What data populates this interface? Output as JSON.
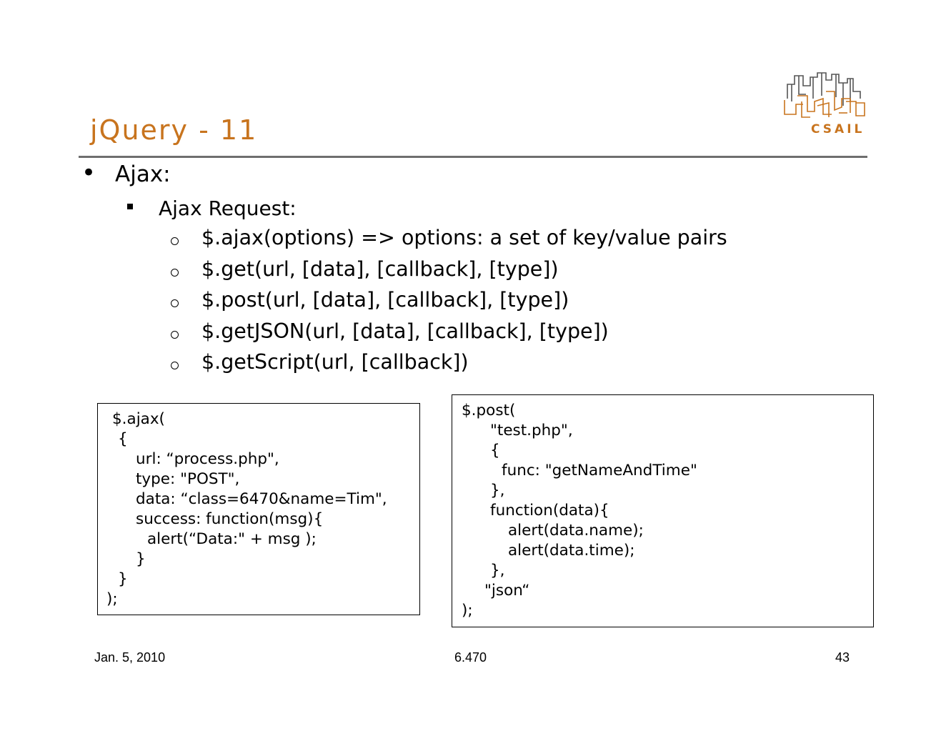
{
  "slide": {
    "title": "jQuery - 11",
    "logo_text": "CSAIL",
    "accent_color": "#c8741e",
    "level1": {
      "text": "Ajax:"
    },
    "level2": {
      "text": "Ajax Request:"
    },
    "level3": [
      "$.ajax(options)     => options: a set of key/value pairs",
      "$.get(url, [data], [callback], [type])",
      "$.post(url, [data], [callback], [type])",
      "$.getJSON(url, [data], [callback], [type])",
      "$.getScript(url, [callback])"
    ],
    "code_ajax": [
      "$.ajax(",
      "{",
      "url: “process.php\",",
      "type: \"POST\",",
      "data: “class=6470&name=Tim\",",
      "success: function(msg){",
      "alert(“Data:\" + msg );",
      "}",
      "}",
      ");"
    ],
    "code_post": [
      "$.post(",
      "\"test.php\",",
      "{",
      "func: \"getNameAndTime\"",
      "},",
      "function(data){",
      "alert(data.name);",
      "alert(data.time);",
      "},",
      "\"json“",
      ");"
    ]
  },
  "footer": {
    "date": "Jan. 5, 2010",
    "course": "6.470",
    "page": "43"
  }
}
